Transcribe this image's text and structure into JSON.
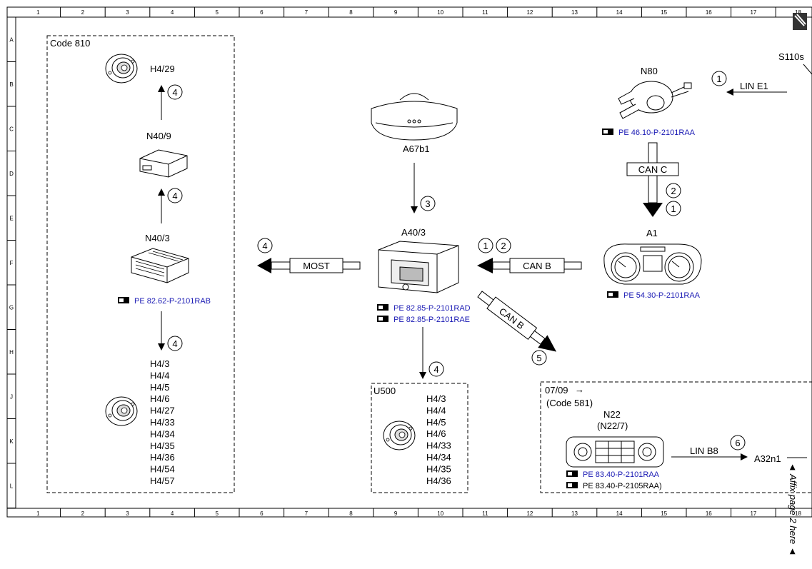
{
  "columns": [
    "1",
    "2",
    "3",
    "4",
    "5",
    "6",
    "7",
    "8",
    "9",
    "10",
    "11",
    "12",
    "13",
    "14",
    "15",
    "16",
    "17",
    "18"
  ],
  "rows": [
    "A",
    "B",
    "C",
    "D",
    "E",
    "F",
    "G",
    "H",
    "J",
    "K",
    "L"
  ],
  "code810_box": {
    "title": "Code 810",
    "h4_29": "H4/29",
    "n40_9": "N40/9",
    "n40_3": "N40/3",
    "n40_3_ref": "PE 82.62-P-2101RAB",
    "speakers": [
      "H4/3",
      "H4/4",
      "H4/5",
      "H4/6",
      "H4/27",
      "H4/33",
      "H4/34",
      "H4/35",
      "H4/36",
      "H4/54",
      "H4/57"
    ]
  },
  "center": {
    "a67b1": "A67b1",
    "a40_3": "A40/3",
    "a40_3_refs": [
      "PE 82.85-P-2101RAD",
      "PE 82.85-P-2101RAE"
    ],
    "most_label": "MOST",
    "canb_label": "CAN B",
    "canb_diag_label": "CAN B"
  },
  "u500_box": {
    "title": "U500",
    "speakers": [
      "H4/3",
      "H4/4",
      "H4/5",
      "H4/6",
      "H4/33",
      "H4/34",
      "H4/35",
      "H4/36"
    ]
  },
  "right": {
    "s110": "S110s",
    "n80": "N80",
    "lin_e1": "LIN E1",
    "n80_ref": "PE 46.10-P-2101RAA",
    "canc_label": "CAN C",
    "a1": "A1",
    "a1_ref": "PE 54.30-P-2101RAA"
  },
  "code581_box": {
    "date": "07/09",
    "date_arrow": "→",
    "code": "(Code 581)",
    "n22": "N22",
    "n22_sub": "(N22/7)",
    "lin_b8": "LIN B8",
    "a32n1": "A32n1",
    "refs": [
      "PE 83.40-P-2101RAA",
      "PE 83.40-P-2105RAA)"
    ]
  },
  "markers": {
    "m1": "1",
    "m2": "2",
    "m3": "3",
    "m4": "4",
    "m5": "5",
    "m6": "6"
  },
  "affix_note": "◄ Affix page 2 here ◄"
}
